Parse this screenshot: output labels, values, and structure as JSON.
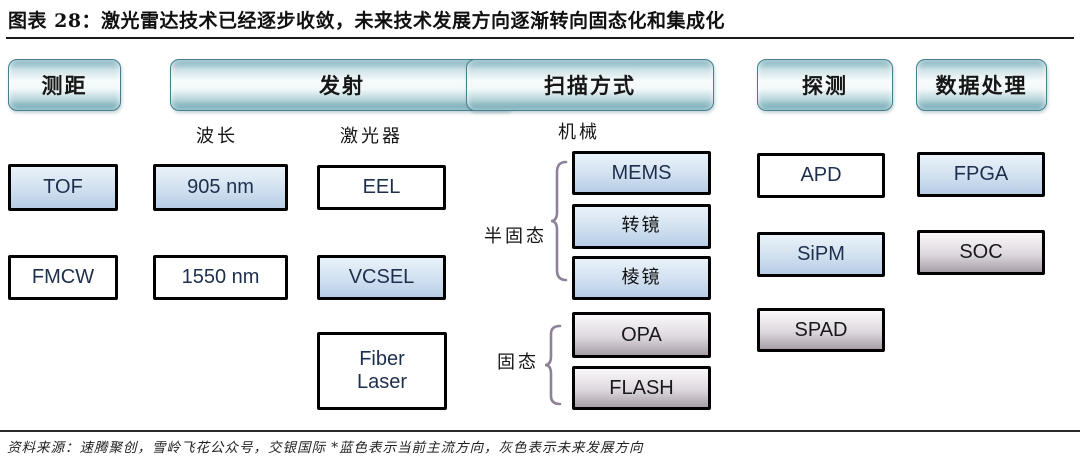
{
  "title": "图表 28：激光雷达技术已经逐步收敛，未来技术发展方向逐渐转向固态化和集成化",
  "footer": "资料来源：速腾聚创，雪岭飞花公众号，交银国际 *蓝色表示当前主流方向，灰色表示未来发展方向",
  "colors": {
    "header_teal": "#7fb2bc",
    "mainstream_blue": "#c5d9ec",
    "future_gray": "#b0a8b1"
  },
  "headers": {
    "ranging": "测距",
    "emission": "发射",
    "scanning": "扫描方式",
    "detection": "探测",
    "data_processing": "数据处理"
  },
  "sublabels": {
    "wavelength": "波长",
    "laser": "激光器",
    "mechanical": "机械",
    "semi_solid": "半固态",
    "solid": "固态"
  },
  "boxes": {
    "ranging": [
      {
        "label": "TOF",
        "style": "blue"
      },
      {
        "label": "FMCW",
        "style": "white"
      }
    ],
    "wavelength": [
      {
        "label": "905 nm",
        "style": "blue"
      },
      {
        "label": "1550 nm",
        "style": "white"
      }
    ],
    "laser": [
      {
        "label": "EEL",
        "style": "white"
      },
      {
        "label": "VCSEL",
        "style": "blue"
      },
      {
        "label": "Fiber\nLaser",
        "style": "white"
      }
    ],
    "scanning": [
      {
        "label": "MEMS",
        "style": "blue"
      },
      {
        "label": "转镜",
        "style": "blue"
      },
      {
        "label": "棱镜",
        "style": "blue"
      },
      {
        "label": "OPA",
        "style": "gray"
      },
      {
        "label": "FLASH",
        "style": "gray"
      }
    ],
    "detection": [
      {
        "label": "APD",
        "style": "white"
      },
      {
        "label": "SiPM",
        "style": "blue"
      },
      {
        "label": "SPAD",
        "style": "gray"
      }
    ],
    "processing": [
      {
        "label": "FPGA",
        "style": "blue"
      },
      {
        "label": "SOC",
        "style": "gray"
      }
    ]
  }
}
